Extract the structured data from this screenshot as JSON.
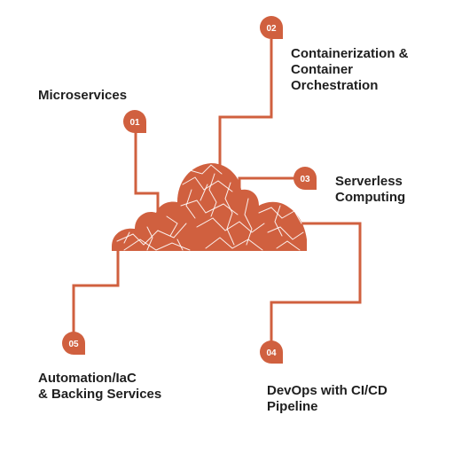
{
  "colors": {
    "accent": "#d0603f",
    "badge_text": "#ffffff",
    "label_text": "#1f1f1f",
    "background": "#ffffff"
  },
  "icons": [
    "cloud-icon",
    "badge-icon"
  ],
  "nodes": [
    {
      "number": "01",
      "lines": [
        "Microservices"
      ]
    },
    {
      "number": "02",
      "lines": [
        "Containerization &",
        "Container",
        "Orchestration"
      ]
    },
    {
      "number": "03",
      "lines": [
        "Serverless",
        "Computing"
      ]
    },
    {
      "number": "04",
      "lines": [
        "DevOps with CI/CD",
        "Pipeline"
      ]
    },
    {
      "number": "05",
      "lines": [
        "Automation/IaC",
        "& Backing Services"
      ]
    }
  ]
}
